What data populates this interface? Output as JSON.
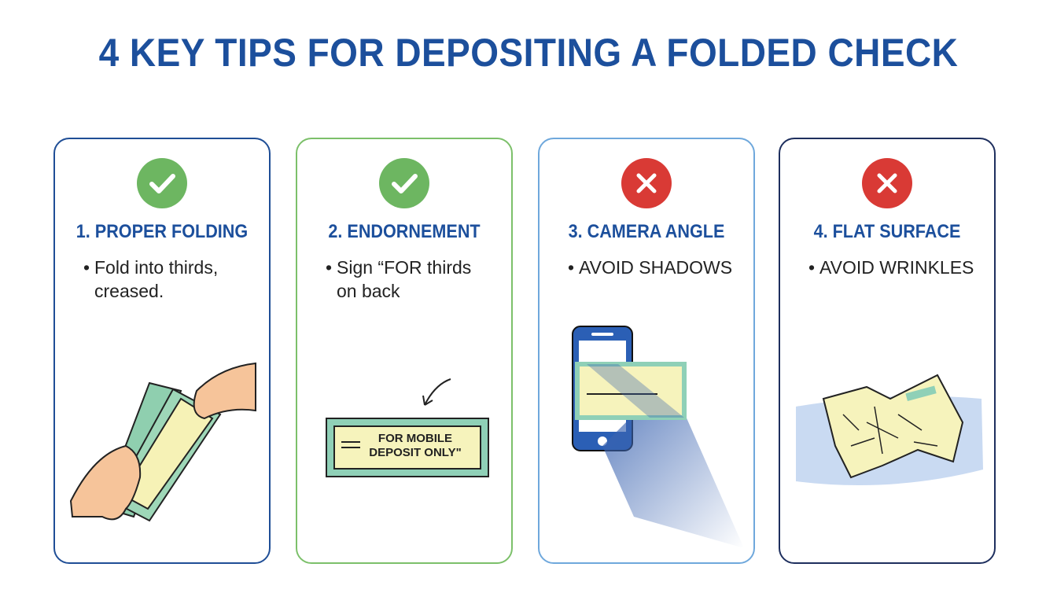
{
  "title": "4 KEY TIPS FOR DEPOSITING A FOLDED CHECK",
  "colors": {
    "title": "#1c4f9c",
    "ok": "#6db661",
    "bad": "#d93a35"
  },
  "cards": [
    {
      "status": "check-icon",
      "heading": "1. PROPER FOLDING",
      "lines": [
        "Fold into thirds,",
        "creased."
      ]
    },
    {
      "status": "check-icon",
      "heading": "2. ENDORNEMENT",
      "lines": [
        "Sign “FOR thirds",
        "on back"
      ],
      "check_text": [
        "FOR MOBILE",
        "DEPOSIT ONLY\""
      ]
    },
    {
      "status": "x-icon",
      "heading": "3. CAMERA ANGLE",
      "lines": [
        "AVOID SHADOWS"
      ]
    },
    {
      "status": "x-icon",
      "heading": "4. FLAT SURFACE",
      "lines": [
        "AVOID WRINKLES"
      ]
    }
  ]
}
